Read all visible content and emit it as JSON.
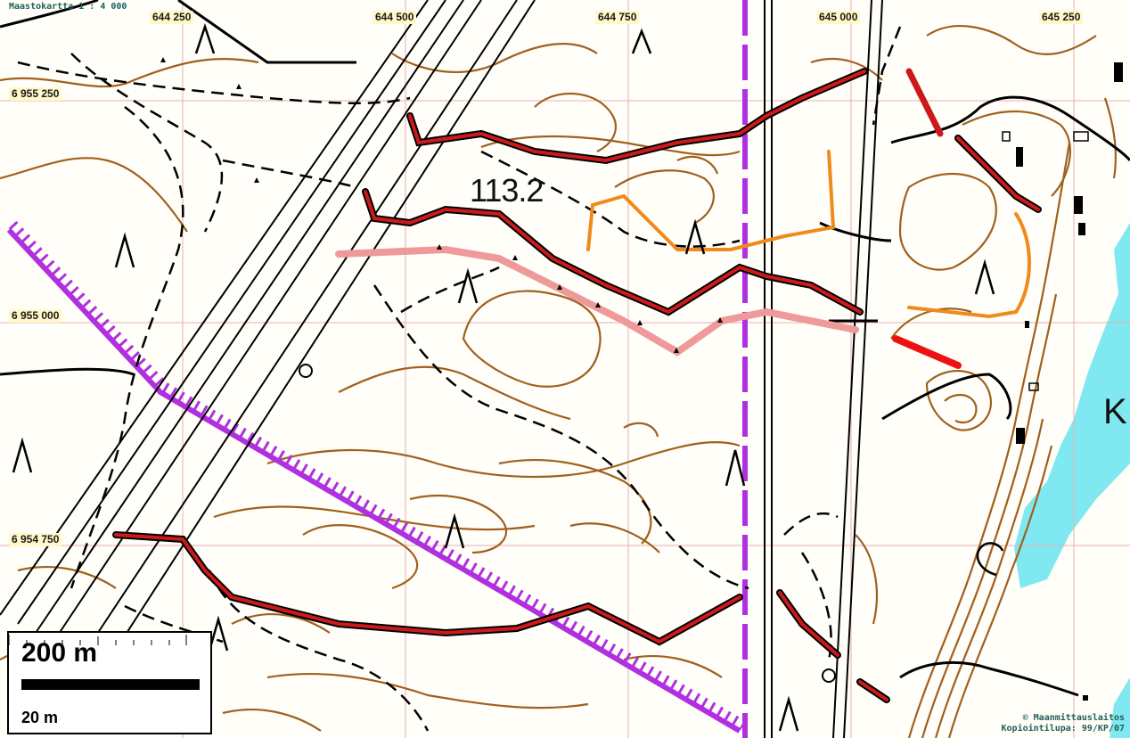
{
  "map": {
    "title": "Maastokartta 1 : 4 000",
    "grid_x_labels": [
      "644 250",
      "644 500",
      "644 750",
      "645 000",
      "645 250"
    ],
    "grid_y_labels": [
      "6 955 250",
      "6 955 000",
      "6 954 750"
    ],
    "height_label": "113.2",
    "area_label": "K",
    "scale": {
      "main_label": "200 m",
      "sub_label": "20 m"
    },
    "copyright_lines": [
      "© Maanmittauslaitos",
      "Kopiointilupa: 99/KP/07"
    ],
    "colors": {
      "background": "#fffef8",
      "contour": "#a0601e",
      "grid": "#e0a8a8",
      "road_red": "#cc1a1a",
      "road_orange": "#f08a1a",
      "road_pink": "#ee9a9a",
      "boundary_purple": "#b030e0",
      "water": "#7fe8f0",
      "black": "#000000"
    }
  }
}
